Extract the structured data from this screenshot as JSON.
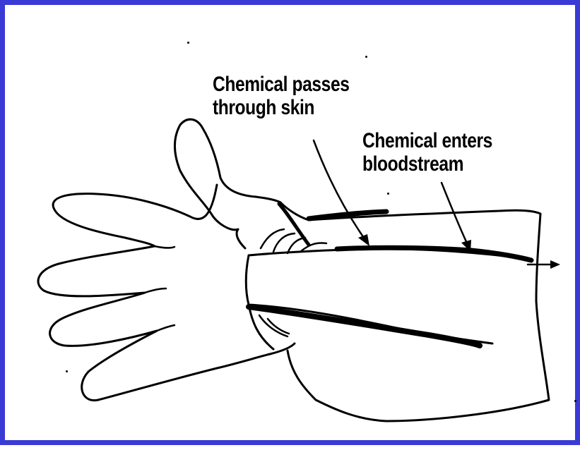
{
  "colors": {
    "frame_border": "#3a3ad6",
    "ink": "#000000",
    "background": "#ffffff"
  },
  "labels": {
    "skin": {
      "line1": "Chemical passes",
      "line2": "through skin"
    },
    "bloodstream": {
      "line1": "Chemical enters",
      "line2": "bloodstream"
    }
  }
}
